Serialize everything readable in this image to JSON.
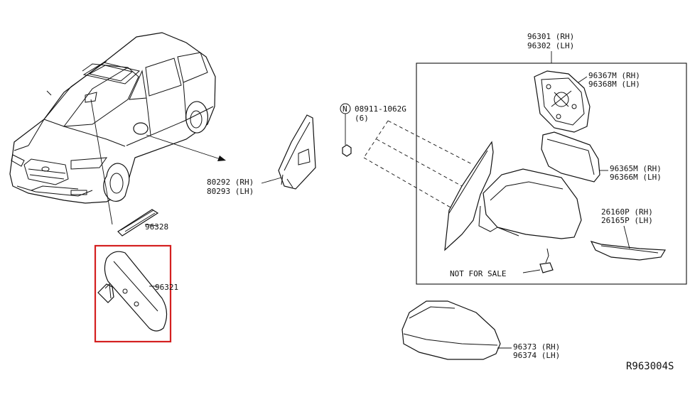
{
  "diagram": {
    "parts": {
      "mirror_assembly": {
        "rh": "96301 (RH)",
        "lh": "96302 (LH)"
      },
      "mirror_actuator": {
        "rh": "96367M (RH)",
        "lh": "96368M (LH)"
      },
      "mirror_glass": {
        "rh": "96365M (RH)",
        "lh": "96366M (LH)"
      },
      "turn_signal_lamp": {
        "rh": "26160P (RH)",
        "lh": "26165P (LH)"
      },
      "mirror_cover": {
        "rh": "96373 (RH)",
        "lh": "96374 (LH)"
      },
      "mirror_corner_finisher": {
        "rh": "80292 (RH)",
        "lh": "80293 (LH)"
      },
      "nut": {
        "circle_letter": "N",
        "number": "08911-1062G",
        "qty": "(6)"
      },
      "inside_mirror_cover": {
        "number": "96328"
      },
      "inside_mirror": {
        "number": "96321"
      }
    },
    "note": "NOT FOR SALE",
    "diagram_code": "R963004S",
    "highlight_color": "#d42020",
    "line_color": "#111111"
  }
}
